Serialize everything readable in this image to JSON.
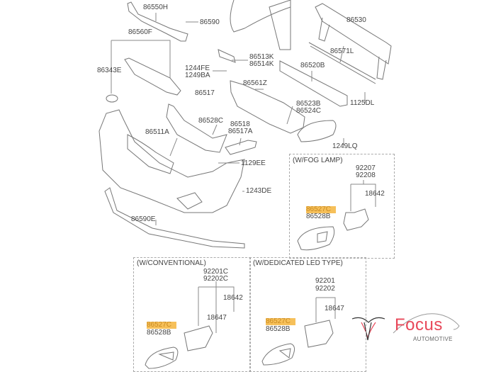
{
  "labels": [
    "86550H",
    "86590",
    "86560F",
    "86343E",
    "1244FE",
    "1249BA",
    "86513K",
    "86514K",
    "86517",
    "86561Z",
    "86528C",
    "86518",
    "86517A",
    "86511A",
    "1129EE",
    "1243DE",
    "86590E",
    "86530",
    "86571L",
    "86520B",
    "1125DL",
    "86523B",
    "86524C",
    "1249LQ"
  ],
  "fog_lamp": {
    "title": "(W/FOG LAMP)",
    "labels": [
      "92207",
      "92208",
      "18642",
      "86527C",
      "86528B"
    ]
  },
  "conventional": {
    "title": "(W/CONVENTIONAL)",
    "labels": [
      "92201C",
      "92202C",
      "18642",
      "18647",
      "86527C",
      "86528B"
    ]
  },
  "led": {
    "title": "(W/DEDICATED LED TYPE)",
    "labels": [
      "92201",
      "92202",
      "18647",
      "86527C",
      "86528B"
    ]
  },
  "logo": {
    "name": "Focus",
    "sub": "AUTOMOTIVE",
    "color": "#e8485a"
  }
}
